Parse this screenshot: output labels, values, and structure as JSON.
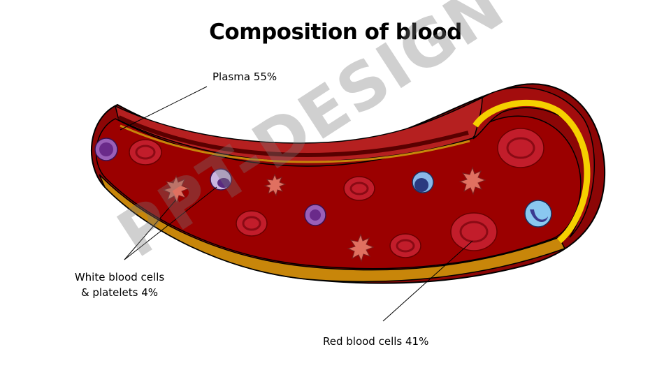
{
  "title": "Composition of blood",
  "labels": {
    "plasma": "Plasma 55%",
    "wbc_line1": "White blood cells",
    "wbc_line2": "& platelets 4%",
    "rbc": "Red blood cells 41%"
  },
  "watermark": "PPT-DESIGN",
  "colors": {
    "vessel_dark": "#7a0000",
    "vessel": "#a30d0d",
    "lumen": "#9b0000",
    "wall_gold": "#c8860a",
    "wall_yellow": "#f5d000",
    "rbc": "#c21d2b",
    "platelet": "#e07060",
    "wbc_purple": "#7b3f9e",
    "wbc_blue": "#4a8fd0"
  }
}
